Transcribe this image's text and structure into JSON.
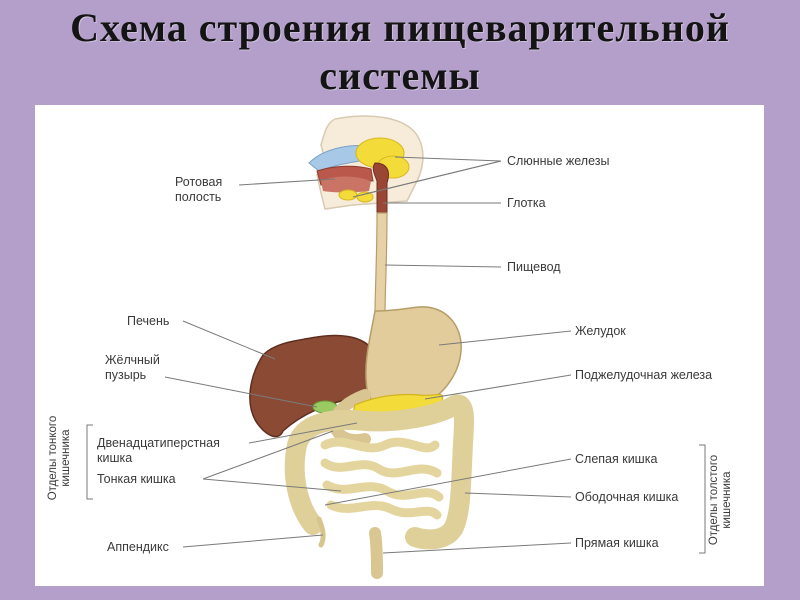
{
  "title": {
    "line1": "Схема строения пищеварительной",
    "line2": "системы"
  },
  "labels": {
    "oral_cavity": [
      "Ротовая",
      "полость"
    ],
    "salivary_glands": "Слюнные железы",
    "pharynx": "Глотка",
    "esophagus": "Пищевод",
    "liver": "Печень",
    "stomach": "Желудок",
    "gallbladder": [
      "Жёлчный",
      "пузырь"
    ],
    "pancreas": "Поджелудочная железа",
    "duodenum": [
      "Двенадцатиперстная",
      "кишка"
    ],
    "small_intestine": "Тонкая кишка",
    "cecum": "Слепая кишка",
    "colon": "Ободочная кишка",
    "appendix": "Аппендикс",
    "rectum": "Прямая кишка",
    "small_intestine_sections": [
      "Отделы тонкого",
      "кишечника"
    ],
    "large_intestine_sections": [
      "Отделы толстого",
      "кишечника"
    ]
  },
  "colors": {
    "background": "#b39fc9",
    "panel": "#ffffff",
    "liver": "#8a4a34",
    "stomach": "#e2cc9c",
    "intestine": "#e0d29c",
    "pancreas": "#f3dc3a",
    "head_fill": "#f7ecda",
    "nasal_cavity": "#a8c8e8",
    "leader_line": "#7a7a7a"
  }
}
